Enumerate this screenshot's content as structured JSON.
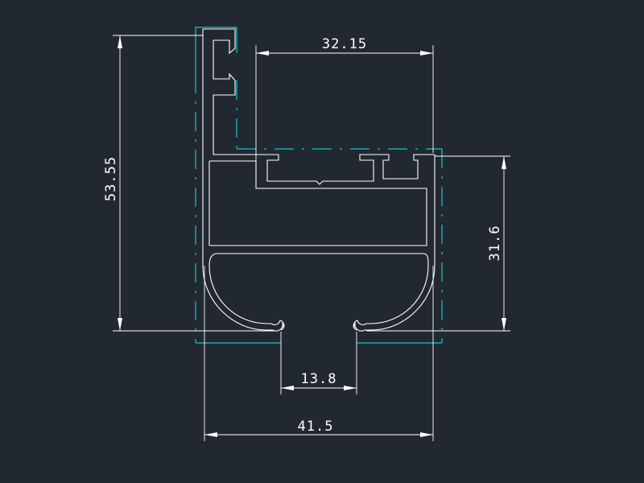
{
  "colors": {
    "background": "#212830",
    "profile": "#ffffff",
    "centerline": "#19c4d0",
    "dimension": "#ffffff"
  },
  "dimensions": {
    "top_width": "32.15",
    "total_height": "53.55",
    "right_height": "31.6",
    "slot_width": "13.8",
    "bottom_width": "41.5"
  }
}
